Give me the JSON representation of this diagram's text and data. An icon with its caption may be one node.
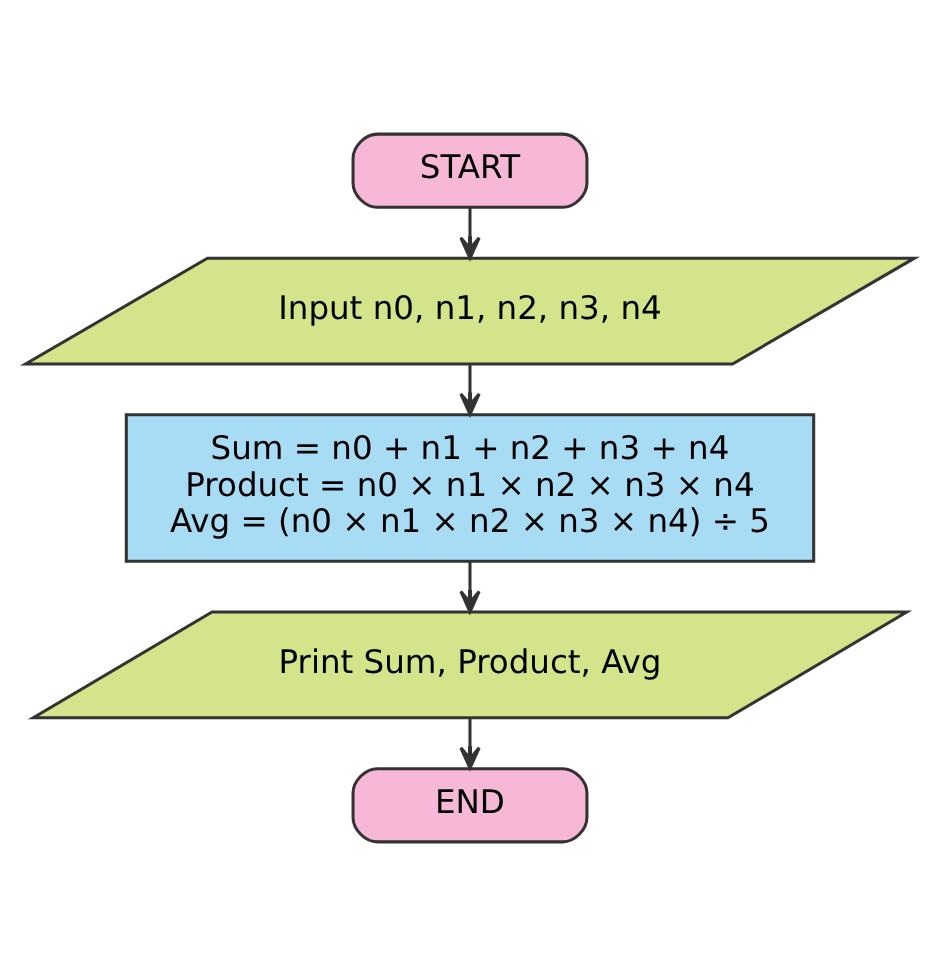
{
  "diagram": {
    "nodes": [
      {
        "text": [
          "START"
        ]
      },
      {
        "text": [
          "Input n0, n1, n2, n3, n4"
        ]
      },
      {
        "text": [
          "Sum = n0 + n1 + n2 + n3 + n4",
          "Product = n0 × n1 × n2 × n3 × n4",
          "Avg = (n0 × n1 × n2 × n3 × n4) ÷ 5"
        ]
      },
      {
        "text": [
          "Print Sum, Product, Avg"
        ]
      },
      {
        "text": [
          "END"
        ]
      }
    ],
    "edges": [
      {
        "from": 0,
        "to": 1,
        "arrow": "to"
      },
      {
        "from": 1,
        "to": 2,
        "arrow": "to"
      },
      {
        "from": 2,
        "to": 3,
        "arrow": "to"
      },
      {
        "from": 3,
        "to": 4,
        "arrow": "to"
      }
    ]
  }
}
